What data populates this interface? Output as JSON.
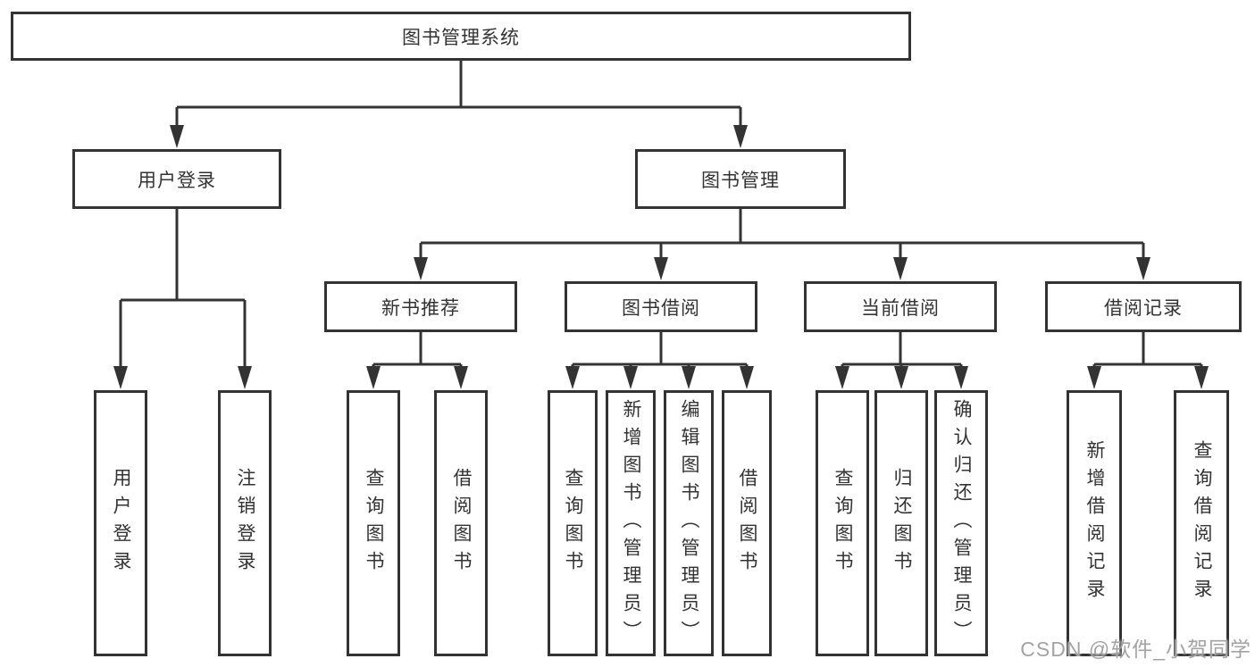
{
  "diagram": {
    "root": {
      "label": "图书管理系统"
    },
    "level2": {
      "user_login": {
        "label": "用户登录"
      },
      "book_management": {
        "label": "图书管理"
      }
    },
    "level3": {
      "new_book_recommend": {
        "label": "新书推荐"
      },
      "book_borrow": {
        "label": "图书借阅"
      },
      "current_borrow": {
        "label": "当前借阅"
      },
      "borrow_record": {
        "label": "借阅记录"
      }
    },
    "leaves": {
      "user_login_children": [
        "用户登录",
        "注销登录"
      ],
      "new_book_recommend_children": [
        "查询图书",
        "借阅图书"
      ],
      "book_borrow_children": [
        "查询图书",
        "新增图书（管理员）",
        "编辑图书（管理员）",
        "借阅图书"
      ],
      "current_borrow_children": [
        "查询图书",
        "归还图书",
        "确认归还（管理员）"
      ],
      "borrow_record_children": [
        "新增借阅记录",
        "查询借阅记录"
      ]
    },
    "watermark": "CSDN @软件_小贺同学",
    "colors": {
      "line": "#333333",
      "text": "#333333",
      "background": "#ffffff",
      "watermark": "#a3a3a3"
    }
  }
}
